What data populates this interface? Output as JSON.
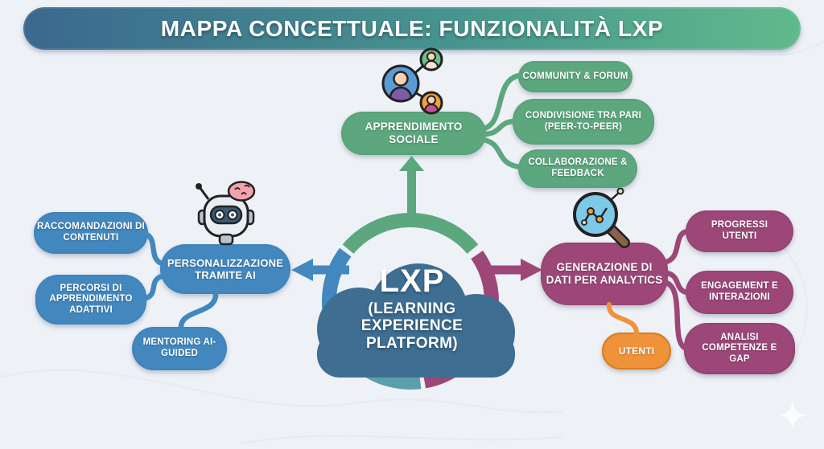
{
  "header": {
    "title": "MAPPA CONCETTUALE: FUNZIONALITÀ LXP"
  },
  "center": {
    "acronym": "LXP",
    "subtitle": "(LEARNING EXPERIENCE PLATFORM)"
  },
  "branches": {
    "social": {
      "label": "APPRENDIMENTO SOCIALE",
      "icon": "people-network-icon",
      "children": [
        "COMMUNITY & FORUM",
        "CONDIVISIONE TRA PARI (PEER-TO-PEER)",
        "COLLABORAZIONE & FEEDBACK"
      ]
    },
    "personalization": {
      "label": "PERSONALIZZAZIONE TRAMITE AI",
      "icon": "robot-ai-icon",
      "children": [
        "RACCOMANDAZIONI DI CONTENUTI",
        "PERCORSI DI APPRENDIMENTO ADATTIVI",
        "MENTORING AI-GUIDED"
      ]
    },
    "analytics": {
      "label": "GENERAZIONE DI DATI PER ANALYTICS",
      "icon": "magnifier-chart-icon",
      "children": [
        "PROGRESSI UTENTI",
        "ENGAGEMENT E INTERAZIONI",
        "ANALISI COMPETENZE E GAP"
      ],
      "extra_child": "UTENTI"
    }
  },
  "colors": {
    "green": "#5ca77e",
    "blue": "#4288bf",
    "purple": "#9c4778",
    "orange": "#f0923a",
    "teal": "#5b9fae",
    "cloud": "#3e6e92",
    "header_left": "#3b688f",
    "header_right": "#60ba8b",
    "background": "#eef1f6"
  }
}
